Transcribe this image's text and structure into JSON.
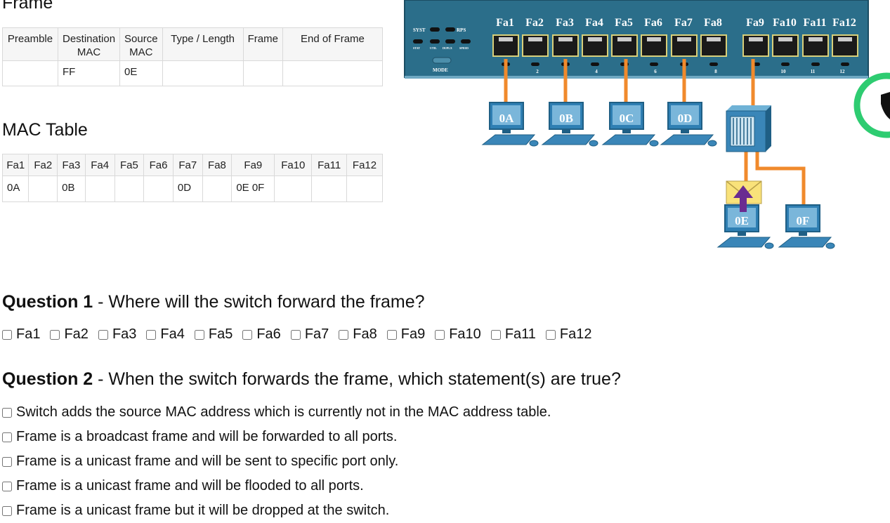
{
  "frame_section": {
    "title": "Frame",
    "headers": [
      "Preamble",
      "Destination MAC",
      "Source MAC",
      "Type / Length",
      "Frame",
      "End of Frame"
    ],
    "values": [
      "",
      "FF",
      "0E",
      "",
      "",
      ""
    ]
  },
  "mac_section": {
    "title": "MAC Table",
    "ports": [
      "Fa1",
      "Fa2",
      "Fa3",
      "Fa4",
      "Fa5",
      "Fa6",
      "Fa7",
      "Fa8",
      "Fa9",
      "Fa10",
      "Fa11",
      "Fa12"
    ],
    "entries": [
      "0A",
      "",
      "0B",
      "",
      "",
      "",
      "0D",
      "",
      "0E 0F",
      "",
      "",
      ""
    ]
  },
  "switch": {
    "port_labels": [
      "Fa1",
      "Fa2",
      "Fa3",
      "Fa4",
      "Fa5",
      "Fa6",
      "Fa7",
      "Fa8",
      "Fa9",
      "Fa10",
      "Fa11",
      "Fa12"
    ],
    "port_numbers": [
      "2",
      "4",
      "6",
      "8",
      "10",
      "11",
      "12"
    ],
    "led_labels": [
      "SYST",
      "RPS",
      "STAT",
      "UTIL",
      "DUPLX",
      "SPEED",
      "MODE"
    ]
  },
  "hosts": [
    "0A",
    "0B",
    "0C",
    "0D",
    "0E",
    "0F"
  ],
  "question1": {
    "number": "Question 1",
    "text": " - Where will the switch forward the frame?",
    "options": [
      "Fa1",
      "Fa2",
      "Fa3",
      "Fa4",
      "Fa5",
      "Fa6",
      "Fa7",
      "Fa8",
      "Fa9",
      "Fa10",
      "Fa11",
      "Fa12"
    ]
  },
  "question2": {
    "number": "Question 2",
    "text": " - When the switch forwards the frame, which statement(s) are true?",
    "statements": [
      "Switch adds the source MAC address which is currently not in the MAC address table.",
      "Frame is a broadcast frame and will be forwarded to all ports.",
      "Frame is a unicast frame and will be sent to specific port only.",
      "Frame is a unicast frame and will be flooded to all ports.",
      "Frame is a unicast frame but it will be dropped at the switch."
    ]
  },
  "colors": {
    "switch_body": "#2b6e8a",
    "cable": "#f08a2c",
    "pc": "#3a86b8",
    "badge_ring": "#2ecc71",
    "arrow": "#6a2c91"
  }
}
